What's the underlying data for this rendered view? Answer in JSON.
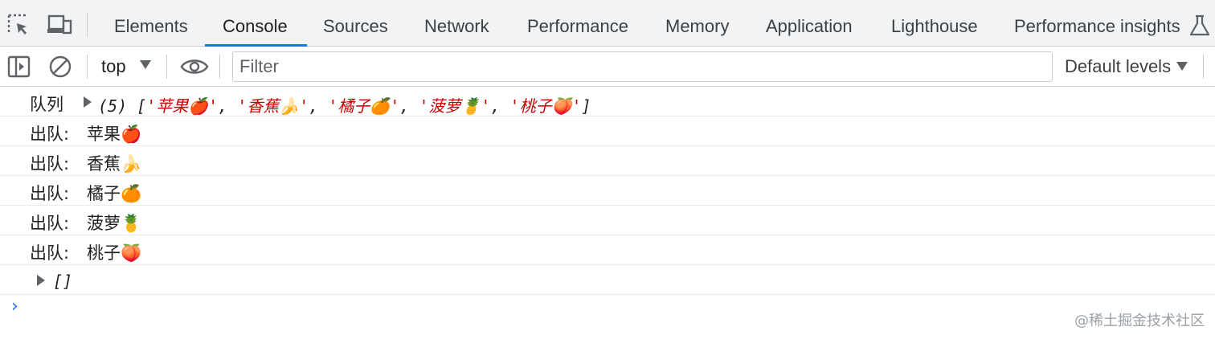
{
  "tabs": [
    {
      "label": "Elements"
    },
    {
      "label": "Console",
      "active": true
    },
    {
      "label": "Sources"
    },
    {
      "label": "Network"
    },
    {
      "label": "Performance"
    },
    {
      "label": "Memory"
    },
    {
      "label": "Application"
    },
    {
      "label": "Lighthouse"
    },
    {
      "label": "Performance insights"
    }
  ],
  "toolbar": {
    "context": "top",
    "filter_placeholder": "Filter",
    "levels": "Default levels"
  },
  "console": {
    "queue_label": "队列",
    "queue_count": "(5)",
    "queue_open": "[",
    "queue_close": "]",
    "queue_sep": ",",
    "queue_items": [
      "'苹果🍎'",
      "'香蕉🍌'",
      "'橘子🍊'",
      "'菠萝🍍'",
      "'桃子🍑'"
    ],
    "dequeue_prefix": "出队:",
    "dequeued": [
      "苹果🍎",
      "香蕉🍌",
      "橘子🍊",
      "菠萝🍍",
      "桃子🍑"
    ],
    "empty_array": "[]",
    "prompt": "›"
  },
  "watermark": "@稀土掘金技术社区",
  "colors": {
    "accent": "#1a73e8",
    "string": "#c80000",
    "tabbar_bg": "#f1f3f4"
  }
}
